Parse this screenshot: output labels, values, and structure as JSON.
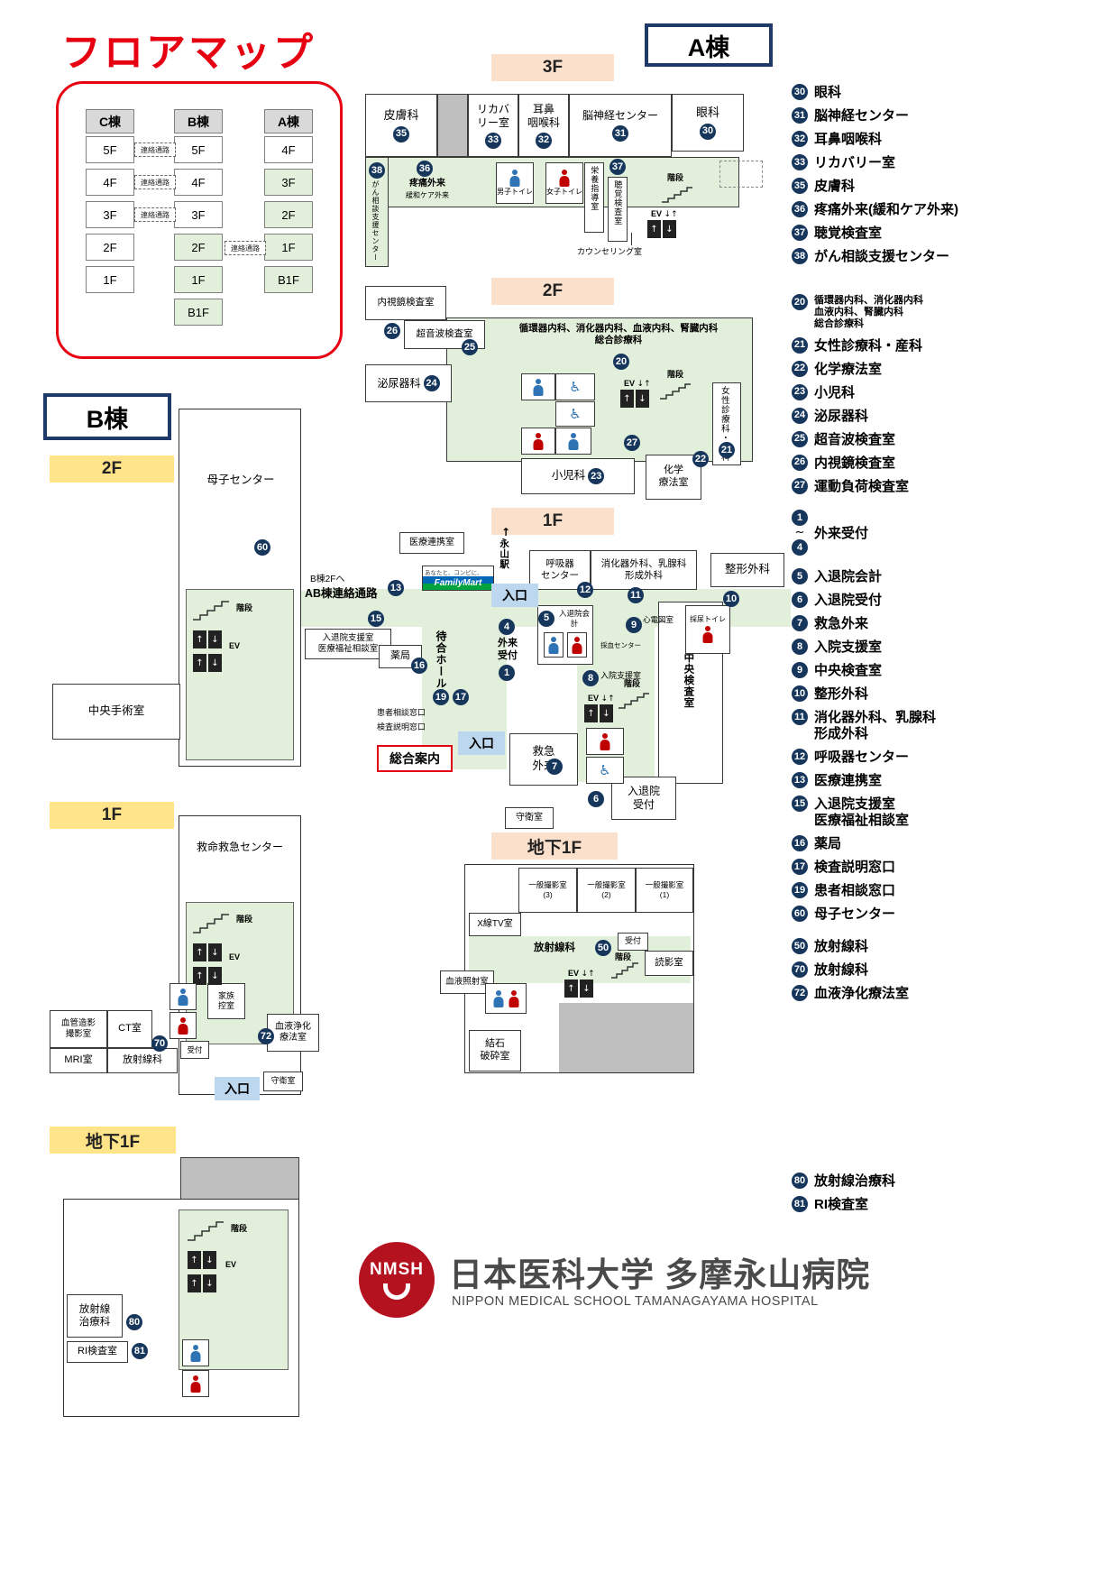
{
  "page": {
    "title": "フロアマップ"
  },
  "icons": {
    "up": "↑",
    "down": "↓",
    "updown": "↓↑",
    "wheelchair": "♿",
    "tilde": "~"
  },
  "common": {
    "ev": "EV",
    "stairs": "階段",
    "entrance": "入口",
    "reception": "受付",
    "guard_room": "守衛室",
    "corridor": "連絡通路"
  },
  "buildings": {
    "a": "A棟",
    "b": "B棟"
  },
  "banners": {
    "f3": "3F",
    "f2": "2F",
    "f1": "1F",
    "b1": "地下1F"
  },
  "overview": {
    "c": {
      "name": "C棟",
      "floors": [
        "5F",
        "4F",
        "3F",
        "2F",
        "1F"
      ]
    },
    "b": {
      "name": "B棟",
      "floors": [
        "5F",
        "4F",
        "3F",
        "2F",
        "1F",
        "B1F"
      ]
    },
    "a": {
      "name": "A棟",
      "floors": [
        "4F",
        "3F",
        "2F",
        "1F",
        "B1F"
      ]
    }
  },
  "f3": {
    "dermatology": "皮膚科",
    "recovery": "リカバ\nリー室",
    "ent": "耳鼻\n咽喉科",
    "neuro": "脳神経センター",
    "eye": "眼科",
    "cancer_support": "がん相談支援センター",
    "pain": "疼痛外来",
    "pain_sub": "緩和ケア外来",
    "wc_m": "男子トイレ",
    "wc_f": "女子トイレ",
    "nutrition": "栄養指導室",
    "hearing": "聴覚検査室",
    "counseling": "カウンセリング室"
  },
  "f2": {
    "endoscopy": "内視鏡検査室",
    "ultrasound": "超音波検査室",
    "internal": "循環器内科、消化器内科、血液内科、腎臓内科\n総合診療科",
    "urology": "泌尿器科",
    "women": "女性診療科・産科",
    "pediatrics": "小児科",
    "chemo": "化学\n療法室"
  },
  "b2f": {
    "bosei": "母子センター",
    "surgery": "中央手術室"
  },
  "f1": {
    "renkei": "医療連携室",
    "fm_tag": "あなたと、コンビに、",
    "fm": "FamilyMart",
    "station": "永山駅",
    "resp": "呼吸器\nセンター",
    "digestive": "消化器外科、乳腺科\n形成外科",
    "ortho": "整形外科",
    "kaikei": "入退院会計",
    "outpatient": "外来\n受付",
    "hall": "待合ホール",
    "pharmacy": "薬局",
    "shien15": "入退院支援室\n医療福祉相談室",
    "soudan": "患者相談窓口",
    "setsumei": "検査説明窓口",
    "info": "総合案内",
    "er": "救急\n外来",
    "nyuin_shien": "入院支援室",
    "chuo_kensa": "中央検査室",
    "sainyo": "採尿トイレ",
    "ecg": "心電図室",
    "saiketsu": "採血センター",
    "uketsuke6": "入退院\n受付",
    "b2f_to": "B棟2Fへ",
    "ab_corridor": "AB棟連絡通路"
  },
  "b1f": {
    "er_center": "救命救急センター",
    "angio": "血管造影\n撮影室",
    "ct": "CT室",
    "family": "家族\n控室",
    "mri": "MRI室",
    "radiology": "放射線科",
    "dialysis": "血液浄化\n療法室"
  },
  "ab1": {
    "xray3": "一般撮影室\n(3)",
    "xray2": "一般撮影室\n(2)",
    "xray1": "一般撮影室\n(1)",
    "xtv": "X線TV室",
    "radiology": "放射線科",
    "reading": "読影室",
    "blood_irradiation": "血液照射室",
    "lithotripsy": "結石\n破砕室"
  },
  "bb1": {
    "rt": "放射線\n治療科",
    "ri": "RI検査室"
  },
  "nums": {
    "1": "1",
    "4": "4",
    "5": "5",
    "6": "6",
    "7": "7",
    "8": "8",
    "9": "9",
    "10": "10",
    "11": "11",
    "12": "12",
    "13": "13",
    "15": "15",
    "16": "16",
    "17": "17",
    "19": "19",
    "20": "20",
    "21": "21",
    "22": "22",
    "23": "23",
    "24": "24",
    "25": "25",
    "26": "26",
    "27": "27",
    "30": "30",
    "31": "31",
    "32": "32",
    "33": "33",
    "35": "35",
    "36": "36",
    "37": "37",
    "38": "38",
    "50": "50",
    "60": "60",
    "70": "70",
    "72": "72",
    "80": "80",
    "81": "81"
  },
  "legends": {
    "f3": [
      {
        "num": "30",
        "label": "眼科"
      },
      {
        "num": "31",
        "label": "脳神経センター"
      },
      {
        "num": "32",
        "label": "耳鼻咽喉科"
      },
      {
        "num": "33",
        "label": "リカバリー室"
      },
      {
        "num": "35",
        "label": "皮膚科"
      },
      {
        "num": "36",
        "label": "疼痛外来(緩和ケア外来)"
      },
      {
        "num": "37",
        "label": "聴覚検査室"
      },
      {
        "num": "38",
        "label": "がん相談支援センター"
      }
    ],
    "f2": [
      {
        "num": "20",
        "label": "循環器内科、消化器内科\n血液内科、腎臓内科\n総合診療科",
        "cls": "small"
      },
      {
        "num": "21",
        "label": "女性診療科・産科"
      },
      {
        "num": "22",
        "label": "化学療法室"
      },
      {
        "num": "23",
        "label": "小児科"
      },
      {
        "num": "24",
        "label": "泌尿器科"
      },
      {
        "num": "25",
        "label": "超音波検査室"
      },
      {
        "num": "26",
        "label": "内視鏡検査室"
      },
      {
        "num": "27",
        "label": "運動負荷検査室"
      }
    ],
    "f1_range": {
      "from": "1",
      "to": "4",
      "label": "外来受付"
    },
    "f1": [
      {
        "num": "5",
        "label": "入退院会計"
      },
      {
        "num": "6",
        "label": "入退院受付"
      },
      {
        "num": "7",
        "label": "救急外来"
      },
      {
        "num": "8",
        "label": "入院支援室"
      },
      {
        "num": "9",
        "label": "中央検査室"
      },
      {
        "num": "10",
        "label": "整形外科"
      },
      {
        "num": "11",
        "label": "消化器外科、乳腺科\n形成外科"
      },
      {
        "num": "12",
        "label": "呼吸器センター"
      },
      {
        "num": "13",
        "label": "医療連携室"
      },
      {
        "num": "15",
        "label": "入退院支援室\n医療福祉相談室"
      },
      {
        "num": "16",
        "label": "薬局"
      },
      {
        "num": "17",
        "label": "検査説明窓口"
      },
      {
        "num": "19",
        "label": "患者相談窓口"
      },
      {
        "num": "60",
        "label": "母子センター"
      }
    ],
    "b1a": [
      {
        "num": "50",
        "label": "放射線科"
      },
      {
        "num": "70",
        "label": "放射線科"
      },
      {
        "num": "72",
        "label": "血液浄化療法室"
      }
    ],
    "b1b": [
      {
        "num": "80",
        "label": "放射線治療科"
      },
      {
        "num": "81",
        "label": "RI検査室"
      }
    ]
  },
  "logo": {
    "mark": "NMSH",
    "jp": "日本医科大学 多摩永山病院",
    "en": "NIPPON MEDICAL SCHOOL TAMANAGAYAMA HOSPITAL"
  }
}
